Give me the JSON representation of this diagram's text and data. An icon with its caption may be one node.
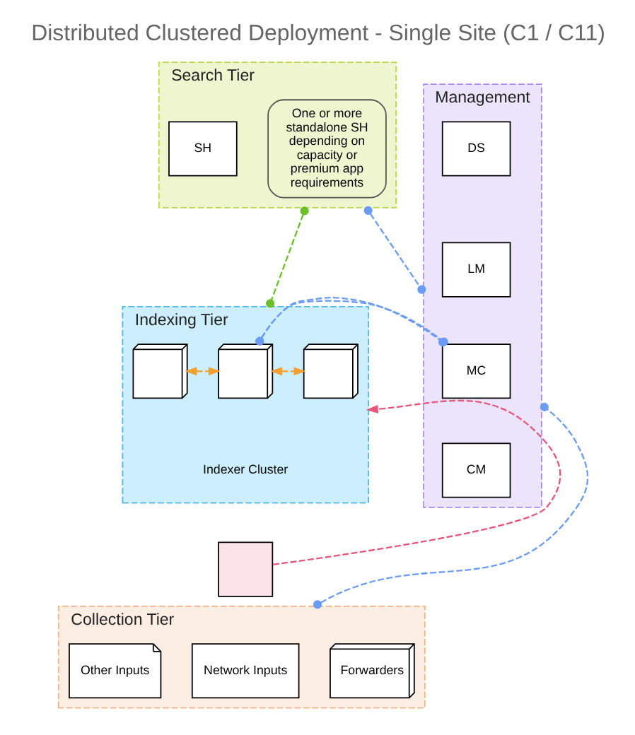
{
  "diagram": {
    "title": "Distributed Clustered Deployment - Single Site (C1 / C11)",
    "nodes": [
      {
        "text": [
          "Search Tier"
        ]
      },
      {
        "text": [
          "SH"
        ],
        "in": 0
      },
      {
        "text": [
          "One or more standalone SH depending on capacity or premium app requirements"
        ],
        "in": 0
      },
      {
        "text": [
          "Indexing Tier",
          "Indexer Cluster"
        ]
      },
      {
        "text": [],
        "shape": "box",
        "in": 3
      },
      {
        "text": [],
        "shape": "box",
        "in": 3
      },
      {
        "text": [],
        "shape": "box",
        "in": 3
      },
      {
        "text": [
          "Collection Tier"
        ]
      },
      {
        "text": [
          "Forwarders"
        ],
        "in": 7
      },
      {
        "text": [
          "Network Inputs"
        ],
        "in": 7
      },
      {
        "text": [
          "Other Inputs"
        ],
        "in": 7
      },
      {
        "text": [
          "Management"
        ]
      },
      {
        "text": [
          "DS"
        ],
        "in": 11
      },
      {
        "text": [
          "LM"
        ],
        "in": 11
      },
      {
        "text": [
          "MC"
        ],
        "in": 11
      },
      {
        "text": [
          "CM"
        ],
        "in": 11
      },
      {
        "text": [],
        "shape": "box"
      }
    ],
    "edges": [
      {
        "from": 0,
        "to": 3,
        "arrow": "other",
        "style": "dashed",
        "color": "#6cbf2a"
      },
      {
        "from": 4,
        "to": 5,
        "arrow": "both",
        "style": "dashed",
        "color": "#f5a030"
      },
      {
        "from": 5,
        "to": 6,
        "arrow": "both",
        "style": "dashed",
        "color": "#f5a030"
      },
      {
        "from": 16,
        "to": 3,
        "arrow": "to",
        "style": "dashed",
        "color": "#e8557a"
      },
      {
        "from": 0,
        "to": 11,
        "arrow": "other",
        "style": "dashed",
        "color": "#6b9cf5"
      },
      {
        "from": 3,
        "to": 11,
        "arrow": "other",
        "style": "dashed",
        "color": "#6b9cf5"
      },
      {
        "from": 7,
        "to": 11,
        "arrow": "other",
        "style": "dashed",
        "color": "#6b9cf5"
      }
    ]
  }
}
